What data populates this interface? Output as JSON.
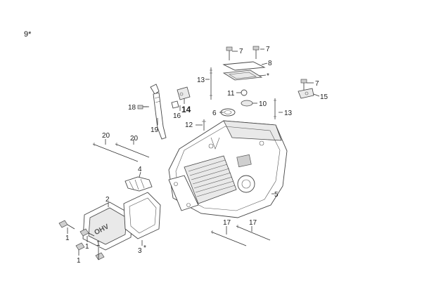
{
  "figure": {
    "number": "9*"
  },
  "callouts": {
    "c1a": "1",
    "c1b": "1",
    "c1c": "1",
    "c1d": "1",
    "c2": "2",
    "c3": "3",
    "c3star": "*",
    "c4": "4",
    "c5": "5",
    "c6": "6",
    "c7a": "7",
    "c7b": "7",
    "c7c": "7",
    "c8": "8",
    "c8star": "*",
    "c10": "10",
    "c11": "11",
    "c12": "12",
    "c13a": "13",
    "c13b": "13",
    "c14": "14",
    "c15": "15",
    "c16": "16",
    "c17a": "17",
    "c17b": "17",
    "c18": "18",
    "c19": "19",
    "c20a": "20",
    "c20b": "20"
  },
  "cover_text": "OHV",
  "colors": {
    "line": "#333333",
    "part_fill": "#e9e9e9",
    "background": "#ffffff"
  }
}
